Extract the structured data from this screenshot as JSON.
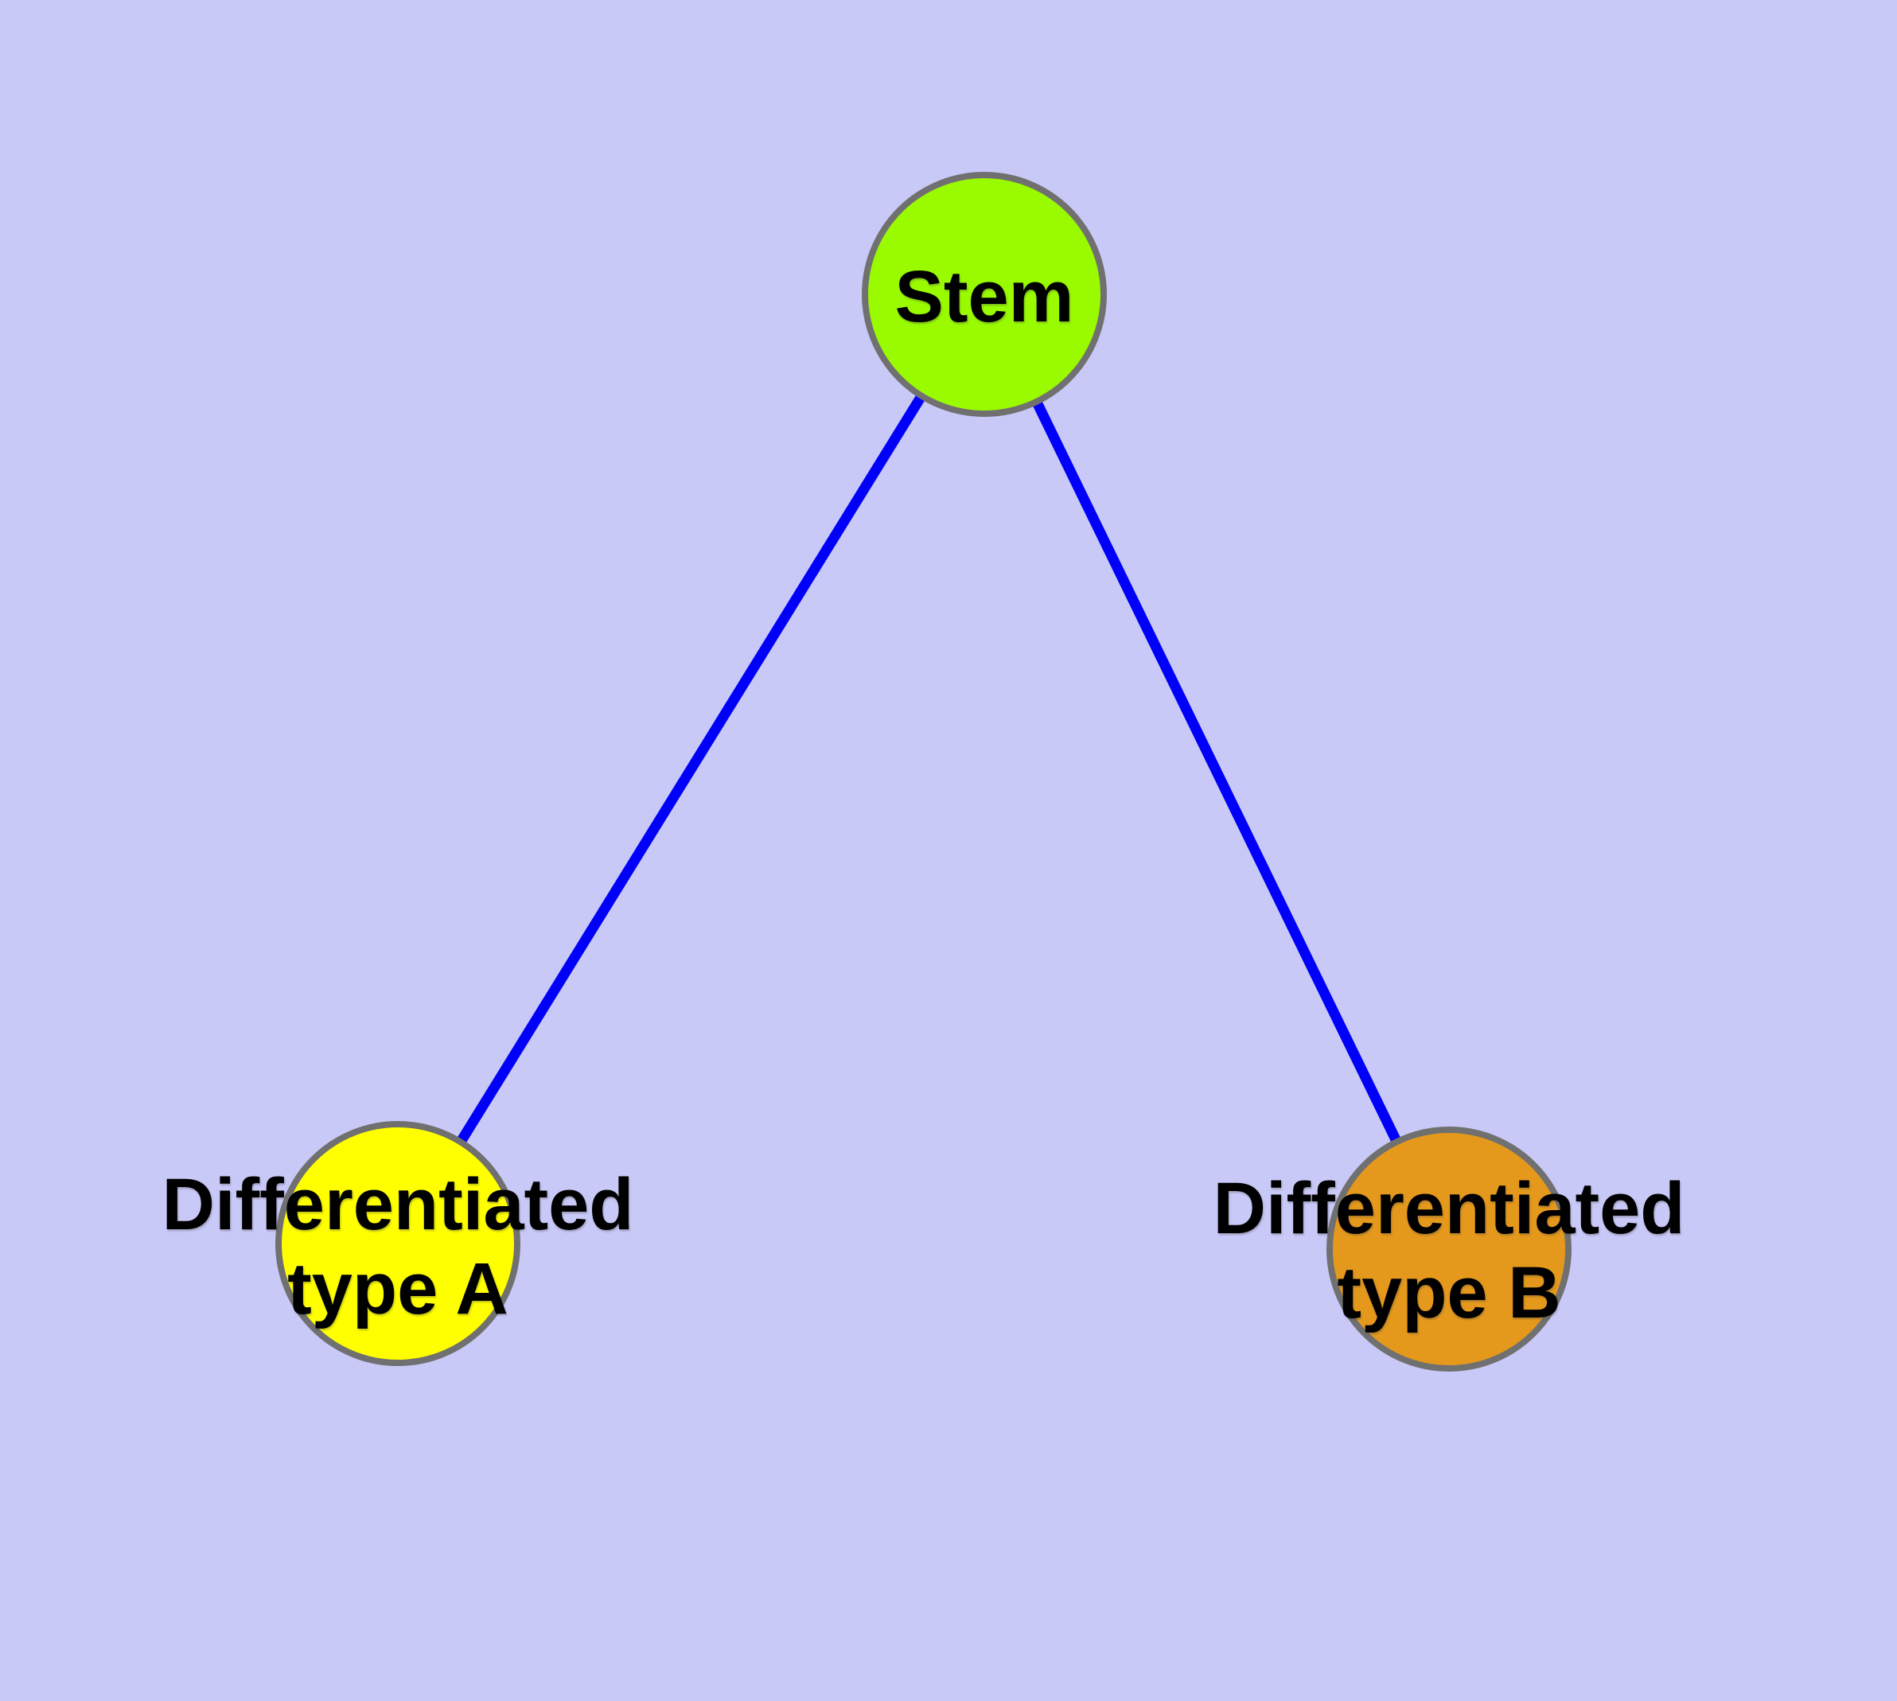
{
  "diagram": {
    "background_color": "#C9C9F8",
    "text_color": "#000000",
    "node_outline_color": "#707070",
    "edge_color": "#0000FA",
    "nodes": [
      {
        "id": "stem",
        "label": "Stem",
        "lines": [
          "Stem"
        ],
        "fill": "#9AFB00",
        "stroke": "#707070"
      },
      {
        "id": "differentiated-type-a",
        "label": "Differentiated type A",
        "lines": [
          "Differentiated",
          "type A"
        ],
        "fill": "#FFFF00",
        "stroke": "#707070"
      },
      {
        "id": "differentiated-type-b",
        "label": "Differentiated type B",
        "lines": [
          "Differentiated",
          "type B"
        ],
        "fill": "#E5991C",
        "stroke": "#707070"
      }
    ],
    "edges": [
      {
        "from": "stem",
        "to": "differentiated-type-a",
        "color": "#0000FA"
      },
      {
        "from": "stem",
        "to": "differentiated-type-b",
        "color": "#0000FA"
      }
    ]
  }
}
